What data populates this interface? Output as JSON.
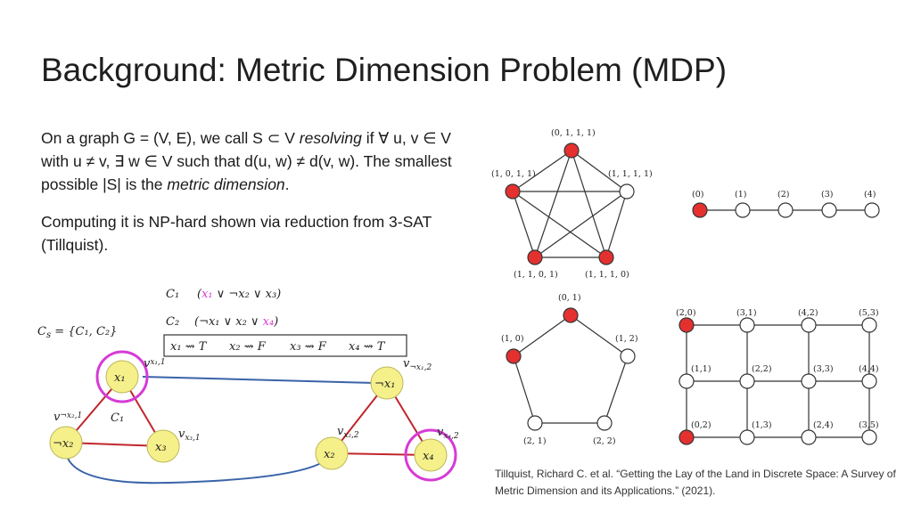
{
  "title": "Background: Metric Dimension Problem (MDP)",
  "definition": {
    "part1": "On a graph G = (V, E), we call S ⊂ V ",
    "resolving": "resolving",
    "part2": " if ∀ u, v ∈ V with u ≠ v,  ∃  w ∈ V such that d(u, w) ≠ d(v, w). The smallest possible |S| is the ",
    "metric_dimension": "metric dimension",
    "part3": "."
  },
  "complexity": "Computing it is NP-hard shown via reduction from 3-SAT (Tillquist).",
  "citation": "Tillquist, Richard C. et al. “Getting the Lay of the Land in Discrete Space: A Survey of Metric Dimension and its Applications.” (2021).",
  "colors": {
    "red_node": "#e53030",
    "clause_highlight": "#d63bd6",
    "yellow_node": "#f5f08a",
    "red_edge": "#c0262b",
    "blue_edge": "#3a63a8"
  },
  "k5_graph": {
    "labels": [
      "(0, 1, 1, 1)",
      "(1, 0, 1, 1)",
      "(1, 1, 1, 1)",
      "(1, 1, 0, 1)",
      "(1, 1, 1, 0)"
    ]
  },
  "path_graph": {
    "labels": [
      "(0)",
      "(1)",
      "(2)",
      "(3)",
      "(4)"
    ]
  },
  "cycle_graph": {
    "labels": [
      "(0, 1)",
      "(1, 0)",
      "(1, 2)",
      "(2, 1)",
      "(2, 2)"
    ]
  },
  "grid_graph": {
    "labels": [
      "(2,0)",
      "(3,1)",
      "(4,2)",
      "(5,3)",
      "(1,1)",
      "(2,2)",
      "(3,3)",
      "(4,4)",
      "(0,2)",
      "(1,3)",
      "(2,4)",
      "(3,5)"
    ]
  },
  "reduction": {
    "cs": "C",
    "cs_sub": "s",
    "cs_rest": " = {C₁, C₂}",
    "c1_label": "C₁",
    "c1_formula": [
      "(",
      "x₁",
      " ∨ ¬x₂ ∨ x₃)"
    ],
    "c2_label": "C₂",
    "c2_formula": [
      "(¬x₁ ∨ x₂ ∨ ",
      "x₄",
      ")"
    ],
    "assignment": [
      "x₁ ⇝ T",
      "x₂ ⇝ F",
      "x₃ ⇝ F",
      "x₄ ⇝ T"
    ],
    "nodes": [
      "x₁",
      "¬x₂",
      "x₃",
      "¬x₁",
      "x₂",
      "x₄"
    ],
    "vlabels": [
      "v",
      "x₁,1",
      "v",
      "¬x₂,1",
      "v",
      "x₃,1",
      "v",
      "¬x₁,2",
      "v",
      "x₂,2",
      "v",
      "x₄,2"
    ],
    "c1_triangle_label": "C₁"
  }
}
